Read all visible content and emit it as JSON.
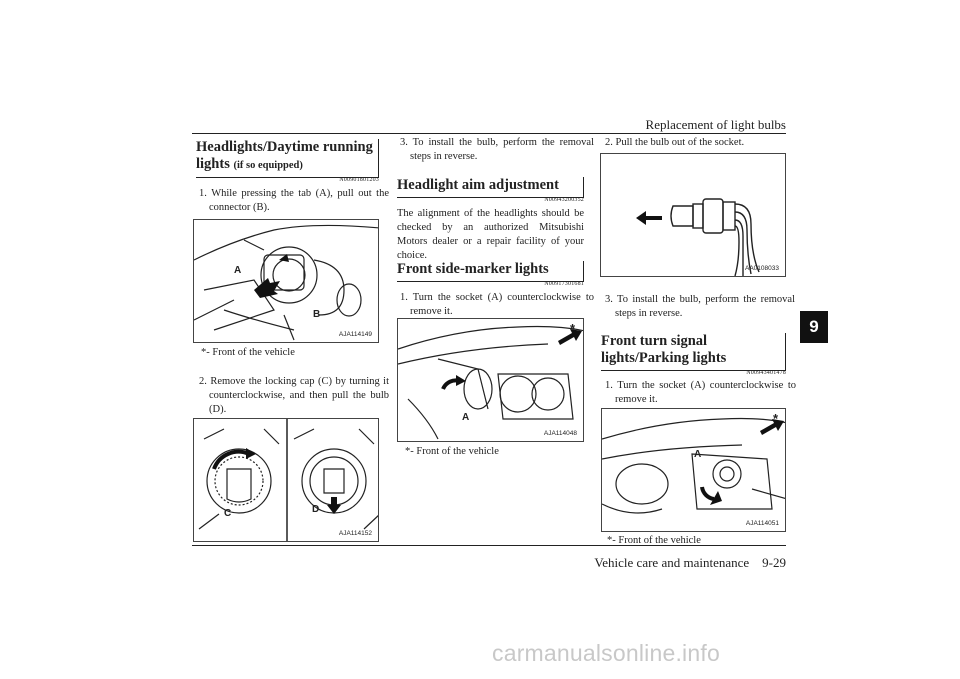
{
  "header": {
    "title": "Replacement of light bulbs"
  },
  "footer": {
    "section": "Vehicle care and maintenance",
    "page": "9-29"
  },
  "chapter_tab": "9",
  "col1": {
    "heading_main": "Headlights/Daytime running lights",
    "heading_sub": "(if so equipped)",
    "code": "N00901801203",
    "step1": "1. While pressing the tab (A), pull out the connector (B).",
    "fig1": {
      "id": "AJA114149",
      "label_a": "A",
      "label_b": "B"
    },
    "fig1_note": "*- Front of the vehicle",
    "step2": "2. Remove the locking cap (C) by turning it counterclockwise, and then pull the bulb (D).",
    "fig2": {
      "id": "AJA114152",
      "label_c": "C",
      "label_d": "D"
    }
  },
  "col2": {
    "step3": "3. To install the bulb, perform the removal steps in reverse.",
    "aim_heading": "Headlight aim adjustment",
    "aim_code": "N00943200352",
    "aim_body": "The alignment of the headlights should be checked by an authorized Mitsubishi Motors dealer or a repair facility of your choice.",
    "side_heading": "Front side-marker lights",
    "side_code": "N00917301681",
    "side_step1": "1. Turn the socket (A) counterclockwise to remove it.",
    "fig3": {
      "id": "AJA114048",
      "label_a": "A",
      "star": "*"
    },
    "fig3_note": "*- Front of the vehicle"
  },
  "col3": {
    "step2": "2. Pull the bulb out of the socket.",
    "fig4": {
      "id": "AA0108033"
    },
    "step3": "3. To install the bulb, perform the removal steps in reverse.",
    "turn_heading": "Front turn signal lights/Parking lights",
    "turn_code": "N00943401478",
    "turn_step1": "1. Turn the socket (A) counterclockwise to remove it.",
    "fig5": {
      "id": "AJA114051",
      "label_a": "A",
      "star": "*"
    },
    "fig5_note": "*- Front of the vehicle"
  },
  "watermark": "carmanualsonline.info"
}
